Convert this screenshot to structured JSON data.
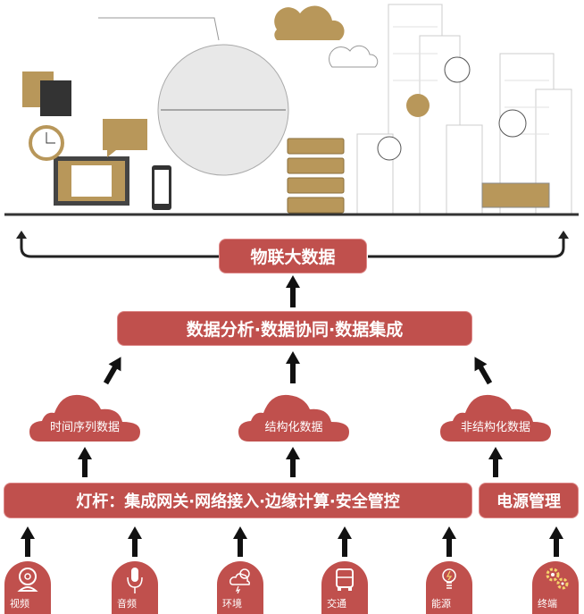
{
  "top": {
    "title": "物联大数据"
  },
  "middle": {
    "title": "数据分析·数据协同·数据集成"
  },
  "clouds": [
    {
      "label": "时间序列数据"
    },
    {
      "label": "结构化数据"
    },
    {
      "label": "非结构化数据"
    }
  ],
  "gateway": {
    "title": "灯杆：集成网关·网络接入·边缘计算·安全管控"
  },
  "power": {
    "title": "电源管理"
  },
  "sources": [
    {
      "label": "视频",
      "icon": "camera-icon"
    },
    {
      "label": "音频",
      "icon": "microphone-icon"
    },
    {
      "label": "环境",
      "icon": "weather-icon"
    },
    {
      "label": "交通",
      "icon": "car-icon"
    },
    {
      "label": "能源",
      "icon": "lightbulb-icon"
    },
    {
      "label": "终端",
      "icon": "gears-icon"
    }
  ],
  "colors": {
    "accent": "#c0504d",
    "gold": "#b8975a",
    "line": "#222222"
  }
}
